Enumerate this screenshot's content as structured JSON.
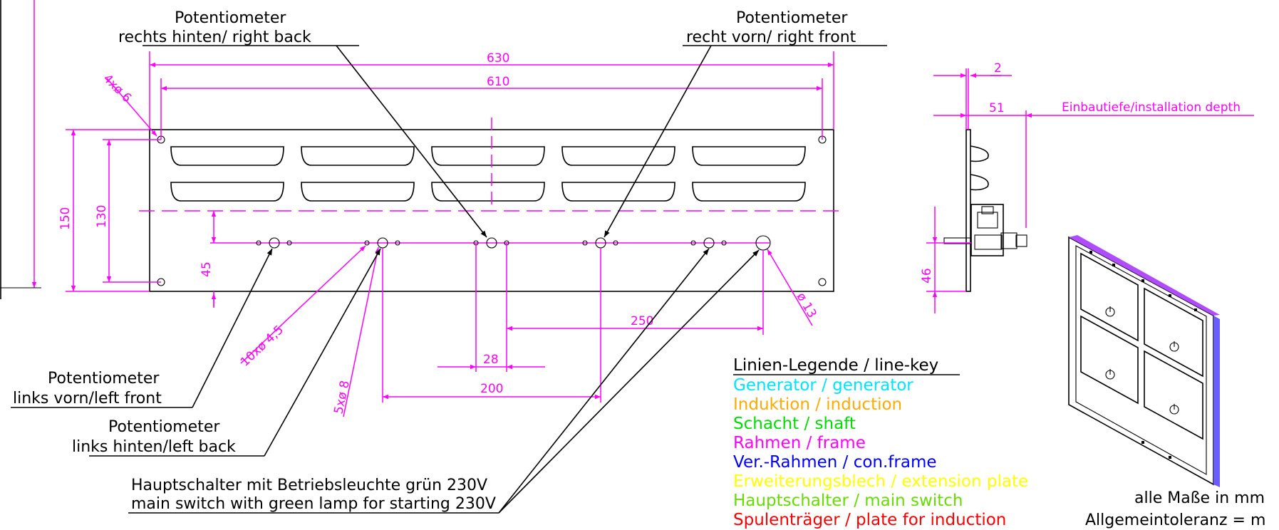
{
  "colors": {
    "dimension": "#ff00ff",
    "outline": "#000000",
    "generator": "#00e5ff",
    "induction": "#ffaa00",
    "shaft": "#00dd00",
    "frame": "#ff00ff",
    "con_frame": "#0000ff",
    "extension_plate": "#ffff00",
    "main_switch": "#66dd00",
    "plate_for_induction": "#ff0000"
  },
  "callouts": {
    "pot_right_back_de": "Potentiometer",
    "pot_right_back_en": "rechts hinten/ right back",
    "pot_right_front_de": "Potentiometer",
    "pot_right_front_en": "recht vorn/ right front",
    "pot_left_front_de": "Potentiometer",
    "pot_left_front_en": "links vorn/left front",
    "pot_left_back_de": "Potentiometer",
    "pot_left_back_en": "links hinten/left back",
    "main_switch_de": "Hauptschalter mit Betriebsleuchte grün 230V",
    "main_switch_en": "main switch with green lamp for starting 230V"
  },
  "dimensions": {
    "width_outer": "630",
    "width_inner": "610",
    "corner_holes": "4xø 6",
    "height_outer": "150",
    "height_inner": "130",
    "hole_offset": "45",
    "holes_small": "10xø 4,5",
    "holes_large": "5xø 8",
    "switch_hole": "ø 13",
    "spacing_28": "28",
    "spacing_200": "200",
    "spacing_250": "250",
    "side_2": "2",
    "side_51": "51",
    "side_46": "46",
    "installation_depth": "Einbautiefe/installation depth"
  },
  "legend": {
    "title": "Linien-Legende / line-key",
    "items": [
      {
        "label": "Generator / generator",
        "color": "#00e5ff"
      },
      {
        "label": "Induktion / induction",
        "color": "#ffaa00"
      },
      {
        "label": "Schacht / shaft",
        "color": "#00dd00"
      },
      {
        "label": "Rahmen / frame",
        "color": "#ff00ff"
      },
      {
        "label": "Ver.-Rahmen / con.frame",
        "color": "#0000ff"
      },
      {
        "label": "Erweiterungsblech / extension plate",
        "color": "#ffff00"
      },
      {
        "label": "Hauptschalter / main switch",
        "color": "#66dd00"
      },
      {
        "label": "Spulenträger / plate for induction",
        "color": "#ff0000"
      }
    ]
  },
  "notes": {
    "units": "alle Maße in mm",
    "tolerance": "Allgemeintoleranz = m"
  }
}
